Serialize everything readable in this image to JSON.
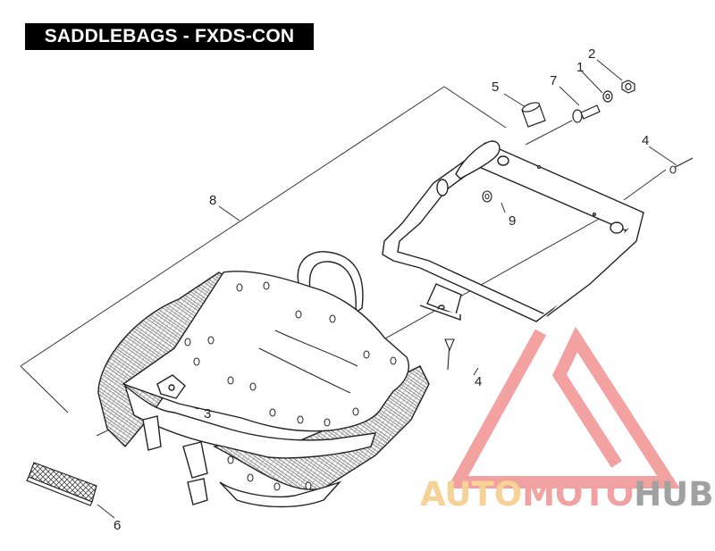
{
  "title": "SADDLEBAGS - FXDS-CON",
  "callouts": {
    "c1": "1",
    "c2": "2",
    "c3": "3",
    "c4a": "4",
    "c4b": "4",
    "c5": "5",
    "c6": "6",
    "c7": "7",
    "c8": "8",
    "c9": "9"
  },
  "watermark": {
    "part1": "AUTO",
    "part2": "MOTO",
    "part3": "HUB",
    "color_orange": "#f5c77e",
    "color_red": "#f08a8a",
    "color_gray": "#8a8a8a"
  }
}
